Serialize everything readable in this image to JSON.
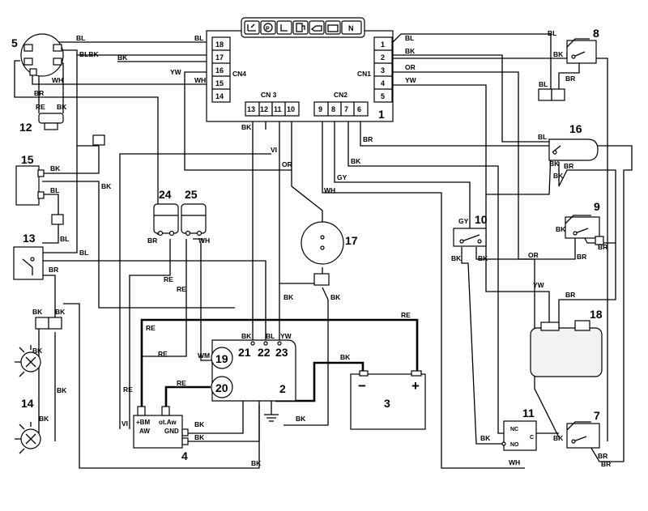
{
  "components": {
    "c1": "1",
    "c2": "2",
    "c3": "3",
    "c4": "4",
    "c5": "5",
    "c7": "7",
    "c8": "8",
    "c9": "9",
    "c10": "10",
    "c11": "11",
    "c12": "12",
    "c13": "13",
    "c14": "14",
    "c15": "15",
    "c16": "16",
    "c17": "17",
    "c18": "18",
    "c19": "19",
    "c20": "20",
    "c24": "24",
    "c25": "25"
  },
  "connectors": {
    "cn1": "CN1",
    "cn2": "CN2",
    "cn3": "CN 3",
    "cn4": "CN4"
  },
  "pins": {
    "cn4": [
      "18",
      "17",
      "16",
      "15",
      "14"
    ],
    "cn1": [
      "1",
      "2",
      "3",
      "4",
      "5"
    ],
    "cn3": [
      "13",
      "12",
      "11",
      "10"
    ],
    "cn2": [
      "9",
      "8",
      "7",
      "6"
    ],
    "c2_top": [
      "21",
      "22",
      "23"
    ]
  },
  "wire_colors": {
    "bl": "BL",
    "bk": "BK",
    "wh": "WH",
    "yw": "YW",
    "br": "BR",
    "re": "RE",
    "or": "OR",
    "gy": "GY",
    "vi": "VI",
    "wm": "WM",
    "blbk": "BLBK"
  },
  "starter_terms": {
    "bm": "+BM",
    "aw": "AW",
    "taw": "ot.Aw",
    "gnd": "GND"
  },
  "relay_terms": {
    "nc": "NC",
    "no": "NO",
    "c": "C"
  },
  "battery": {
    "minus": "−",
    "plus": "+"
  },
  "panel_icons": [
    "hourmeter-icon",
    "parking-brake-icon",
    "seat-icon",
    "fuel-icon",
    "oil-can-icon",
    "battery-icon",
    "neutral-icon"
  ],
  "neutral_letter": "N",
  "colors": {
    "ink": "#000000",
    "paper": "#ffffff"
  }
}
